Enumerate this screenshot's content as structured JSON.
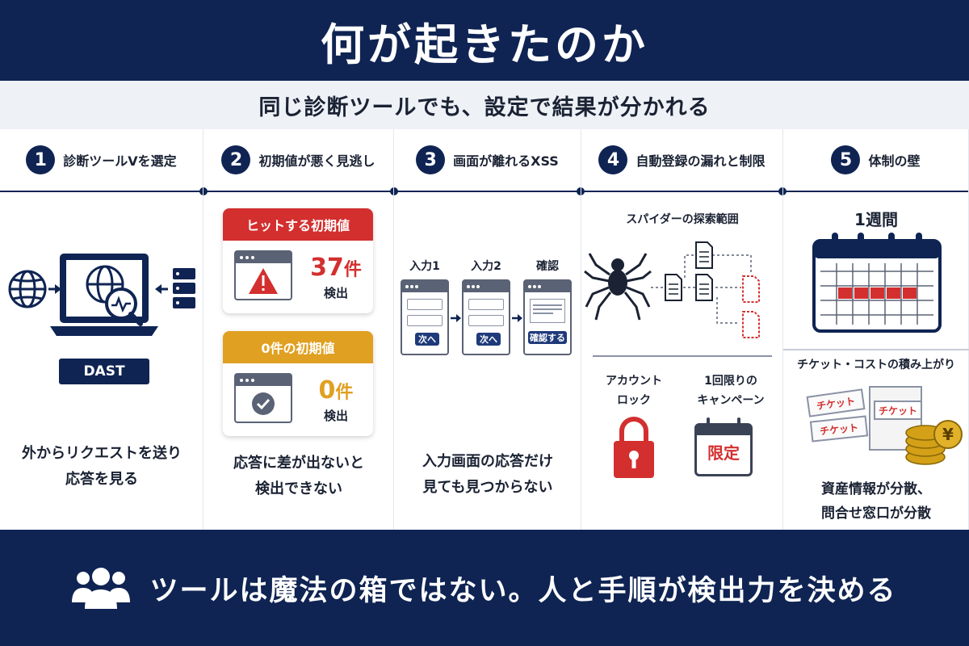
{
  "title": "何が起きたのか",
  "subtitle": "同じ診断ツールでも、設定で結果が分かれる",
  "steps": [
    {
      "num": "1",
      "heading": "診断ツールVを選定"
    },
    {
      "num": "2",
      "heading": "初期値が悪く見逃し"
    },
    {
      "num": "3",
      "heading": "画面が離れるXSS"
    },
    {
      "num": "4",
      "heading": "自動登録の漏れと制限"
    },
    {
      "num": "5",
      "heading": "体制の壁"
    }
  ],
  "col1": {
    "badge": "DAST",
    "caption_l1": "外からリクエストを送り",
    "caption_l2": "応答を見る"
  },
  "col2": {
    "card1": {
      "header": "ヒットする初期値",
      "count": "37",
      "unit": "件",
      "label": "検出",
      "color": "#d32f2f"
    },
    "card2": {
      "header": "0件の初期値",
      "count": "0",
      "unit": "件",
      "label": "検出",
      "color": "#e0a021"
    },
    "caption_l1": "応答に差が出ないと",
    "caption_l2": "検出できない"
  },
  "col3": {
    "labels": [
      "入力1",
      "入力2",
      "確認"
    ],
    "buttons": [
      "次へ",
      "次へ",
      "確認する"
    ],
    "caption_l1": "入力画面の応答だけ",
    "caption_l2": "見ても見つからない"
  },
  "col4": {
    "spider_title": "スパイダーの探索範囲",
    "lock_l1": "アカウント",
    "lock_l2": "ロック",
    "campaign_l1": "1回限りの",
    "campaign_l2": "キャンペーン",
    "campaign_badge": "限定"
  },
  "col5": {
    "period": "1週間",
    "ticket_title": "チケット・コストの積み上がり",
    "tickets": [
      "チケット",
      "チケット",
      "チケット"
    ],
    "yen": "¥",
    "caption_l1": "資産情報が分散、",
    "caption_l2": "問合せ窓口が分散"
  },
  "footer": {
    "text": "ツールは魔法の箱ではない。人と手順が検出力を決める"
  },
  "colors": {
    "navy": "#0f2453",
    "red": "#d32f2f",
    "amber": "#e0a021"
  }
}
